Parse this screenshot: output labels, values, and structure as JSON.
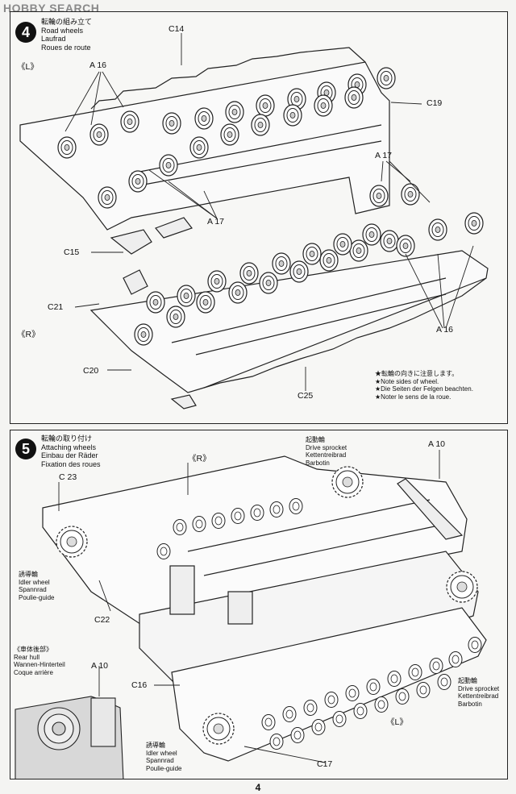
{
  "watermark": "HOBBY SEARCH",
  "page_number": "4",
  "step4": {
    "number": "4",
    "title_jp": "転輪の組み立て",
    "title_en": "Road wheels",
    "title_de": "Laufrad",
    "title_fr": "Roues de route",
    "side_left": "《L》",
    "side_right": "《R》",
    "parts": {
      "c14": "C14",
      "a16_top": "A 16",
      "c19": "C19",
      "a17_mid": "A 17",
      "a17_right": "A 17",
      "c15": "C15",
      "c21": "C21",
      "a16_right": "A 16",
      "c20": "C20",
      "c25": "C25"
    },
    "note": {
      "jp": "★転輪の向きに注意します。",
      "en": "★Note sides of wheel.",
      "de": "★Die Seiten der Felgen beachten.",
      "fr": "★Noter le sens de la roue."
    }
  },
  "step5": {
    "number": "5",
    "title_jp": "転輪の取り付け",
    "title_en": "Attaching wheels",
    "title_de": "Einbau der Räder",
    "title_fr": "Fixation des roues",
    "side_right": "《R》",
    "side_left": "《L》",
    "parts": {
      "c23": "C 23",
      "a10_top": "A 10",
      "c22": "C22",
      "a10_rear": "A 10",
      "c16": "C16",
      "c17": "C17"
    },
    "drive_sprocket_top": {
      "jp": "起動輪",
      "en": "Drive sprocket",
      "de": "Kettentreibrad",
      "fr": "Barbotin"
    },
    "idler_left": {
      "jp": "誘導輪",
      "en": "Idler wheel",
      "de": "Spannrad",
      "fr": "Poulie-guide"
    },
    "rear_hull": {
      "jp": "《車体後部》",
      "en": "Rear hull",
      "de": "Wannen-Hinterteil",
      "fr": "Coque arrière"
    },
    "drive_sprocket_right": {
      "jp": "起動輪",
      "en": "Drive sprocket",
      "de": "Kettentreibrad",
      "fr": "Barbotin"
    },
    "idler_bottom": {
      "jp": "誘導輪",
      "en": "Idler wheel",
      "de": "Spannrad",
      "fr": "Poulie-guide"
    }
  }
}
